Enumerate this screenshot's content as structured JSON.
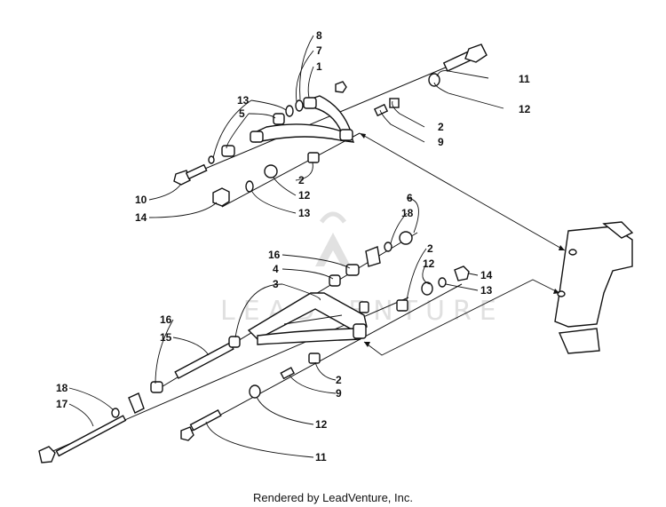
{
  "watermark": {
    "text": "LEADVENTURE"
  },
  "footer": {
    "text": "Rendered by LeadVenture, Inc."
  },
  "callouts": {
    "c8": "8",
    "c7": "7",
    "c1": "1",
    "c11a": "11",
    "c12a": "12",
    "c13a": "13",
    "c5": "5",
    "c2a": "2",
    "c9a": "9",
    "c10": "10",
    "c2b": "2",
    "c12b": "12",
    "c14a": "14",
    "c13b": "13",
    "c6": "6",
    "c18a": "18",
    "c2c": "2",
    "c12c": "12",
    "c14b": "14",
    "c13c": "13",
    "c16a": "16",
    "c4": "4",
    "c3": "3",
    "c16b": "16",
    "c15": "15",
    "c18b": "18",
    "c17": "17",
    "c2d": "2",
    "c9b": "9",
    "c12d": "12",
    "c11b": "11"
  }
}
